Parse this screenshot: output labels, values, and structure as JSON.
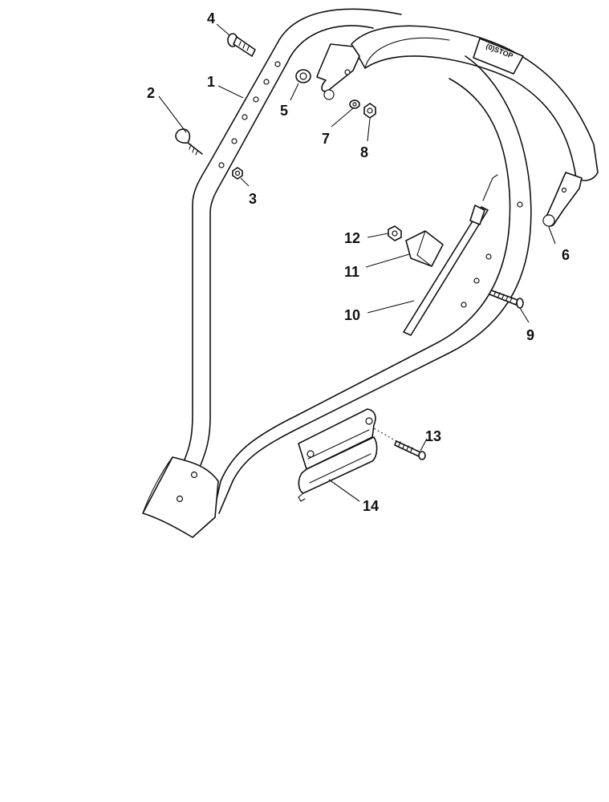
{
  "diagram": {
    "callouts": [
      {
        "id": "1",
        "label": "1"
      },
      {
        "id": "2",
        "label": "2"
      },
      {
        "id": "3",
        "label": "3"
      },
      {
        "id": "4",
        "label": "4"
      },
      {
        "id": "5",
        "label": "5"
      },
      {
        "id": "6",
        "label": "6"
      },
      {
        "id": "7",
        "label": "7"
      },
      {
        "id": "8",
        "label": "8"
      },
      {
        "id": "9",
        "label": "9"
      },
      {
        "id": "10",
        "label": "10"
      },
      {
        "id": "11",
        "label": "11"
      },
      {
        "id": "12",
        "label": "12"
      },
      {
        "id": "13",
        "label": "13"
      },
      {
        "id": "14",
        "label": "14"
      }
    ],
    "stop_decal_text": "STOP",
    "stop_decal_symbol": "(0)"
  }
}
